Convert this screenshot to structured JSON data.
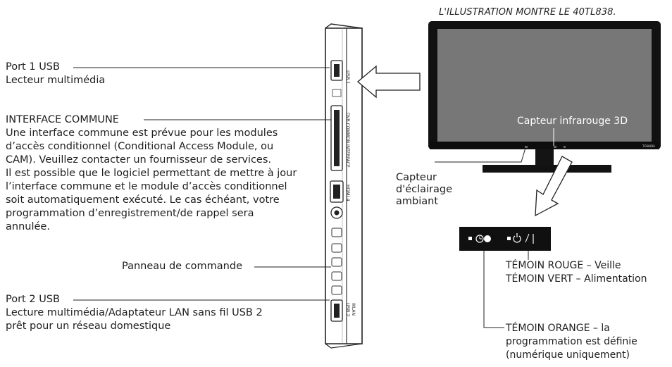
{
  "caption": "L'ILLUSTRATION MONTRE LE 40TL838.",
  "callouts": {
    "usb1": {
      "title": "Port 1 USB",
      "desc": "Lecteur multimédia"
    },
    "ci": {
      "title": "INTERFACE COMMUNE",
      "lines": [
        "Une interface commune est prévue pour les modules",
        "d’accès conditionnel (Conditional Access Module, ou",
        "CAM). Veuillez contacter un fournisseur de services.",
        "Il est possible que le logiciel permettant de mettre à jour",
        "l’interface commune et le module d’accès conditionnel",
        "soit automatiquement exécuté. Le cas échéant, votre",
        "programmation d’enregistrement/de rappel sera",
        "annulée."
      ]
    },
    "panel": "Panneau de commande",
    "usb2": {
      "title": "Port 2 USB",
      "lines": [
        "Lecture multimédia/Adaptateur LAN sans fil USB 2",
        "prêt pour un réseau domestique"
      ]
    }
  },
  "tv": {
    "ir_sensor": "Capteur infrarouge 3D",
    "brand": "TOSHIBA",
    "ambient_sensor": [
      "Capteur",
      "d'éclairage",
      "ambiant"
    ]
  },
  "panel_labels": {
    "usb1": "USB 1",
    "ci": "DVB COMMON INTERFACE",
    "hdmi": "HDMI 4",
    "usb2": "USB 2",
    "wlan": "WLAN"
  },
  "leds": {
    "red_green": [
      "TÉMOIN ROUGE – Veille",
      "TÉMOIN VERT – Alimentation"
    ],
    "orange": [
      "TÉMOIN ORANGE – la",
      "programmation est définie",
      "(numérique uniquement)"
    ]
  },
  "colors": {
    "screen": "#777777",
    "frame": "#111111",
    "indicator_panel": "#101010"
  }
}
